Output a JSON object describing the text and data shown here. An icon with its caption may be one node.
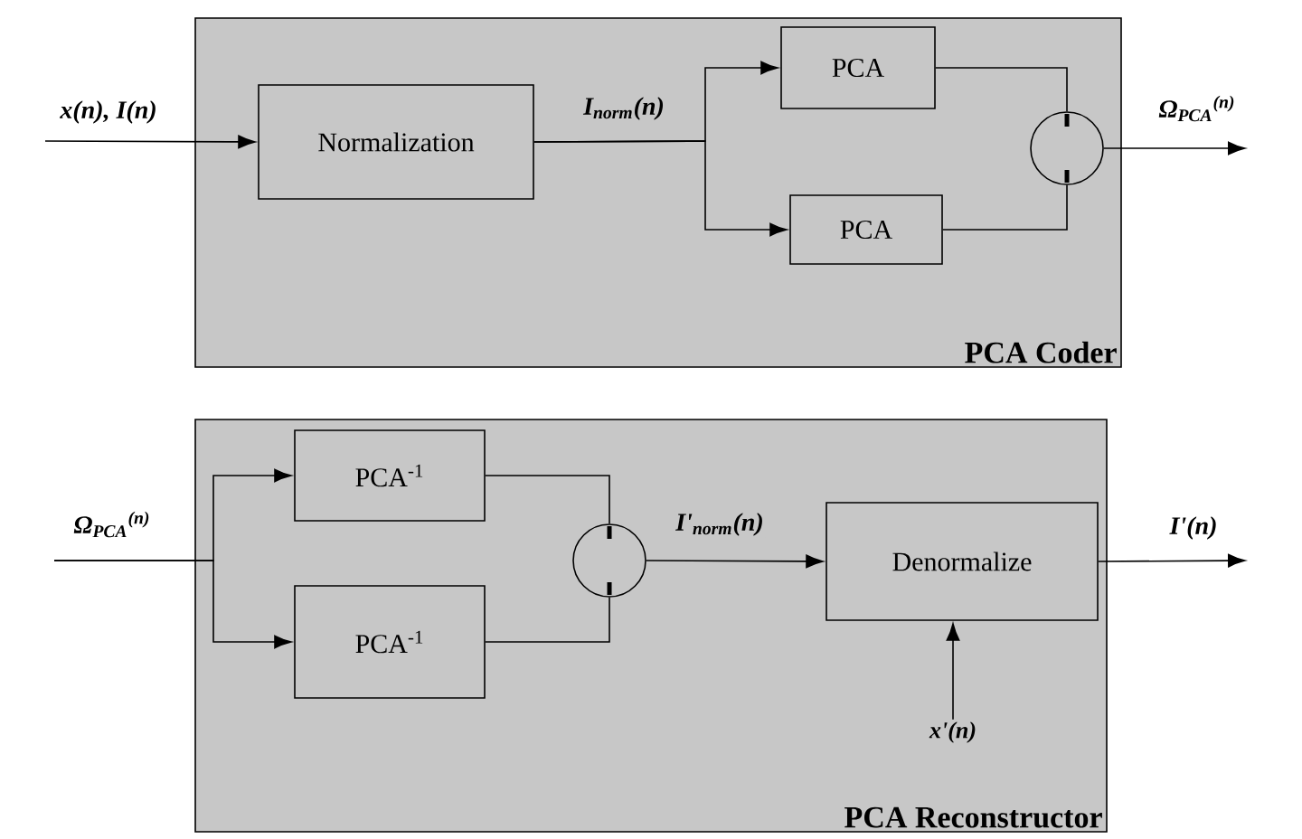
{
  "diagram": {
    "nodes": [
      {
        "text": [
          "PCA Coder"
        ]
      },
      {
        "text": [
          "Normalization"
        ],
        "in": 0
      },
      {
        "text": [
          "PCA"
        ],
        "in": 0
      },
      {
        "text": [
          "PCA"
        ],
        "in": 0
      },
      {
        "text": [],
        "shape": "circle",
        "in": 0
      },
      {
        "text": [
          "PCA Reconstructor"
        ]
      },
      {
        "text": [
          "PCA$^{-1}$"
        ],
        "in": 5
      },
      {
        "text": [
          "PCA$^{-1}$"
        ],
        "in": 5
      },
      {
        "text": [],
        "shape": "circle",
        "in": 5
      },
      {
        "text": [
          "Denormalize"
        ],
        "in": 5
      },
      {
        "text": [
          "x'(n)"
        ],
        "in": 5
      }
    ],
    "edges": [
      {
        "from": null,
        "to": 1,
        "arrow": "to",
        "label": "x(n), I(n)"
      },
      {
        "from": 1,
        "to": 2,
        "arrow": "to",
        "label": "I$_{norm}$(n)"
      },
      {
        "from": 1,
        "to": 3,
        "arrow": "to"
      },
      {
        "from": 2,
        "to": 4,
        "arrow": "none"
      },
      {
        "from": 3,
        "to": 4,
        "arrow": "none"
      },
      {
        "from": 4,
        "to": null,
        "arrow": "to",
        "label": "Ω$_{PCA}$$^{(n)}$"
      },
      {
        "from": null,
        "to": 6,
        "arrow": "to",
        "label": "Ω$_{PCA}$$^{(n)}$"
      },
      {
        "from": null,
        "to": 7,
        "arrow": "to"
      },
      {
        "from": 6,
        "to": 8,
        "arrow": "none"
      },
      {
        "from": 7,
        "to": 8,
        "arrow": "none"
      },
      {
        "from": 8,
        "to": 9,
        "arrow": "to",
        "label": "I'$_{norm}$(n)"
      },
      {
        "from": 9,
        "to": null,
        "arrow": "to",
        "label": "I'(n)"
      },
      {
        "from": 10,
        "to": 9,
        "arrow": "to"
      }
    ]
  }
}
